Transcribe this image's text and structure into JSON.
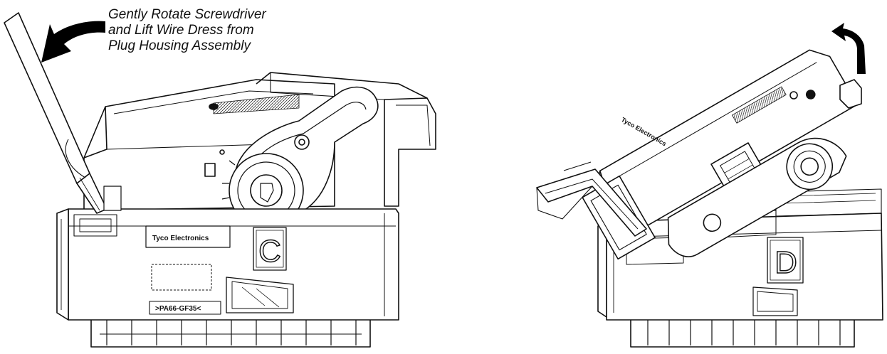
{
  "instruction": {
    "lines": [
      "Gently Rotate Screwdriver",
      "and Lift Wire Dress from",
      "Plug Housing Assembly"
    ]
  },
  "left_connector": {
    "view_letter": "C",
    "brand_text": "Tyco Electronics",
    "part_label": ">PA66-GF35<"
  },
  "right_connector": {
    "view_letter": "D",
    "brand_text": "Tyco Electronics"
  },
  "colors": {
    "line": "#111111",
    "fill": "#ffffff",
    "arrow": "#000000"
  }
}
